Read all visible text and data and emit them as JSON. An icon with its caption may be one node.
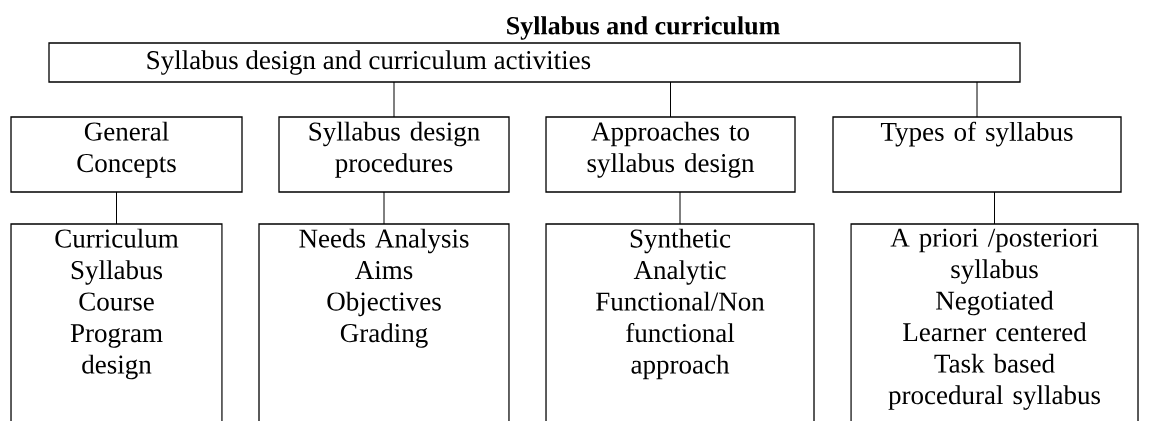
{
  "diagram": {
    "title": "Syllabus and curriculum",
    "nodes": [
      {
        "text": [
          "Syllabus design and curriculum activities"
        ]
      },
      {
        "text": [
          "General Concepts"
        ]
      },
      {
        "text": [
          "Syllabus design procedures"
        ]
      },
      {
        "text": [
          "Approaches to syllabus design"
        ]
      },
      {
        "text": [
          "Types of syllabus"
        ]
      },
      {
        "text": [
          "Curriculum",
          "Syllabus",
          "Course",
          "Program design"
        ]
      },
      {
        "text": [
          "Needs Analysis",
          "Aims",
          "Objectives",
          "Grading"
        ]
      },
      {
        "text": [
          "Synthetic",
          "Analytic",
          "Functional/Non functional approach"
        ]
      },
      {
        "text": [
          "A priori /posteriori syllabus",
          "Negotiated",
          "Learner centered",
          "Task based procedural syllabus"
        ]
      }
    ],
    "edges": [
      {
        "from": 0,
        "to": 2,
        "arrow": "none"
      },
      {
        "from": 0,
        "to": 3,
        "arrow": "none"
      },
      {
        "from": 0,
        "to": 4,
        "arrow": "none"
      },
      {
        "from": 1,
        "to": 5,
        "arrow": "none"
      },
      {
        "from": 2,
        "to": 6,
        "arrow": "none"
      },
      {
        "from": 3,
        "to": 7,
        "arrow": "none"
      },
      {
        "from": 4,
        "to": 8,
        "arrow": "none"
      }
    ]
  }
}
